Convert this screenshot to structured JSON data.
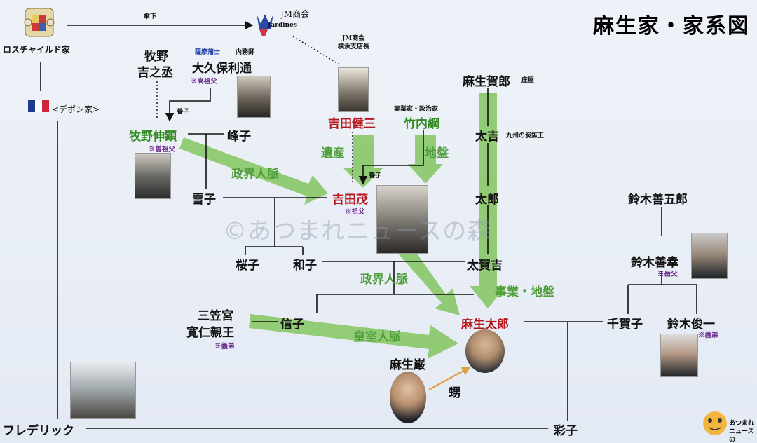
{
  "title": "麻生家・家系図",
  "watermark": "©あつまれニュースの森",
  "logo_text": "あつまれ ニュースの",
  "people": {
    "rothschild": "ロスチャイルド家",
    "depon": "<デポン家>",
    "jm": "JM商会",
    "jardines": "Jardines",
    "jm_yokohama_1": "JM商会",
    "jm_yokohama_2": "横浜支店長",
    "makino_kichino_1": "牧野",
    "makino_kichino_2": "吉之丞",
    "satsuma": "薩摩藩士",
    "naimukyo": "内務卿",
    "okubo": "大久保利通",
    "okubo_note": "※高祖父",
    "aso_kajiro": "麻生賀郎",
    "shoya": "庄屋",
    "yoshida_kenzo": "吉田健三",
    "jitsugyo": "実業家・政治家",
    "takeuchi": "竹内綱",
    "makino_nobuaki": "牧野伸顕",
    "makino_note": "※曽祖父",
    "mineko": "峰子",
    "takichi": "太吉",
    "kyushu": "九州の炭鉱王",
    "yukiko": "雪子",
    "yoshida_shigeru": "吉田茂",
    "yoshida_note": "※祖父",
    "taro_grand": "太郎",
    "suzuki_zengoro": "鈴木善五郎",
    "sakurako": "桜子",
    "kazuko": "和子",
    "tagakichi": "太賀吉",
    "suzuki_zenko": "鈴木善幸",
    "suzuki_zenko_note": "※岳父",
    "mikasa_1": "三笠宮",
    "mikasa_2": "寛仁親王",
    "mikasa_note": "※義弟",
    "nobuko": "信子",
    "aso_taro": "麻生太郎",
    "chikako": "千賀子",
    "suzuki_shunichi": "鈴木俊一",
    "suzuki_shunichi_note": "※義弟",
    "aso_iwao": "麻生巌",
    "oi": "甥",
    "frederick": "フレデリック",
    "ayako": "彩子"
  },
  "relations": {
    "sanka": "傘下",
    "yoshi_1": "養子",
    "yoshi_2": "養子"
  },
  "arrow_labels": {
    "seikai_jinmyaku_1": "政界人脈",
    "isan": "遺産",
    "jiban": "地盤",
    "seikai_jinmyaku_2": "政界人脈",
    "jigyo_jiban": "事業・地盤",
    "koshitsu_jinmyaku": "皇室人脈"
  },
  "colors": {
    "accent_red": "#b5161b",
    "accent_green": "#2f8a1f",
    "arrow_green": "#8bc96b",
    "note_purple": "#6b2a8c",
    "satsuma_blue": "#1f3fa8"
  }
}
